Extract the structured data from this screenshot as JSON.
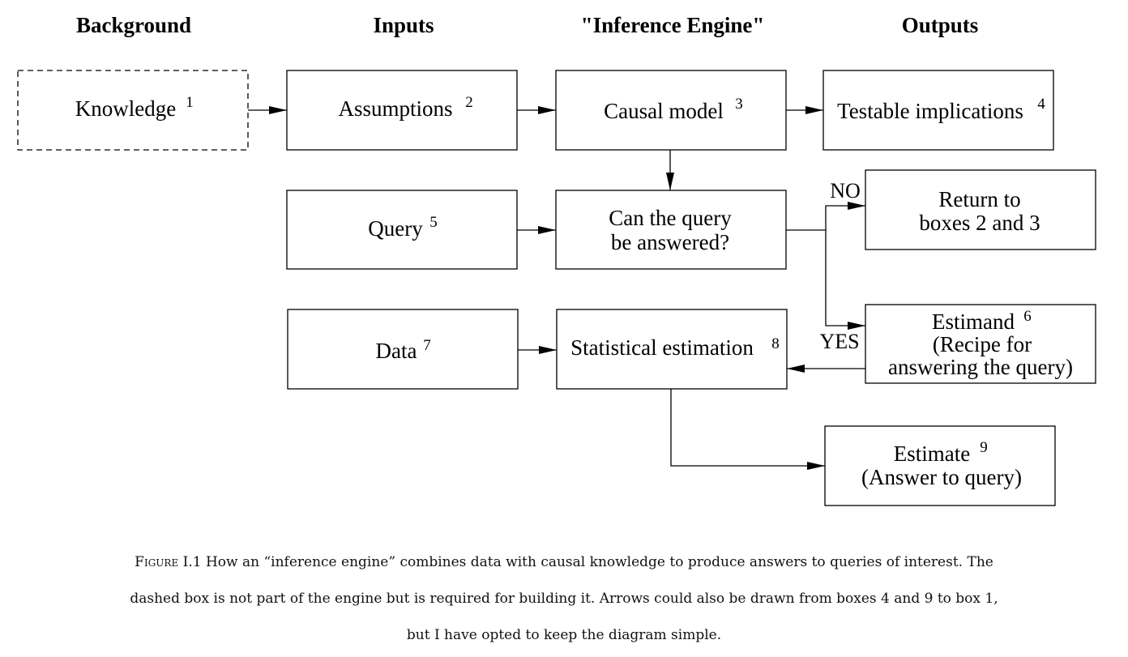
{
  "headers": {
    "background": "Background",
    "inputs": "Inputs",
    "engine": "\"Inference Engine\"",
    "outputs": "Outputs"
  },
  "boxes": {
    "knowledge": {
      "lines": [
        "Knowledge"
      ],
      "num": "1"
    },
    "assumptions": {
      "lines": [
        "Assumptions"
      ],
      "num": "2"
    },
    "causal": {
      "lines": [
        "Causal model"
      ],
      "num": "3"
    },
    "testable": {
      "lines": [
        "Testable implications"
      ],
      "num": "4"
    },
    "query": {
      "lines": [
        "Query"
      ],
      "num": "5"
    },
    "canquery": {
      "lines": [
        "Can the query",
        "be answered?"
      ]
    },
    "return": {
      "lines": [
        "Return to",
        "boxes 2 and 3"
      ]
    },
    "estimand": {
      "lines": [
        "Estimand",
        "(Recipe for",
        "answering the query)"
      ],
      "num": "6"
    },
    "data": {
      "lines": [
        "Data"
      ],
      "num": "7"
    },
    "statest": {
      "lines": [
        "Statistical estimation"
      ],
      "num": "8"
    },
    "estimate": {
      "lines": [
        "Estimate",
        "(Answer to query)"
      ],
      "num": "9"
    }
  },
  "labels": {
    "no": "NO",
    "yes": "YES"
  },
  "caption": {
    "label": "Figure I.1",
    "text": "How an “inference engine” combines data with causal knowledge to produce answers to queries of interest. The dashed box is not part of the engine but is required for building it. Arrows could also be drawn from boxes 4 and 9 to box 1, but I have opted to keep the diagram simple."
  }
}
